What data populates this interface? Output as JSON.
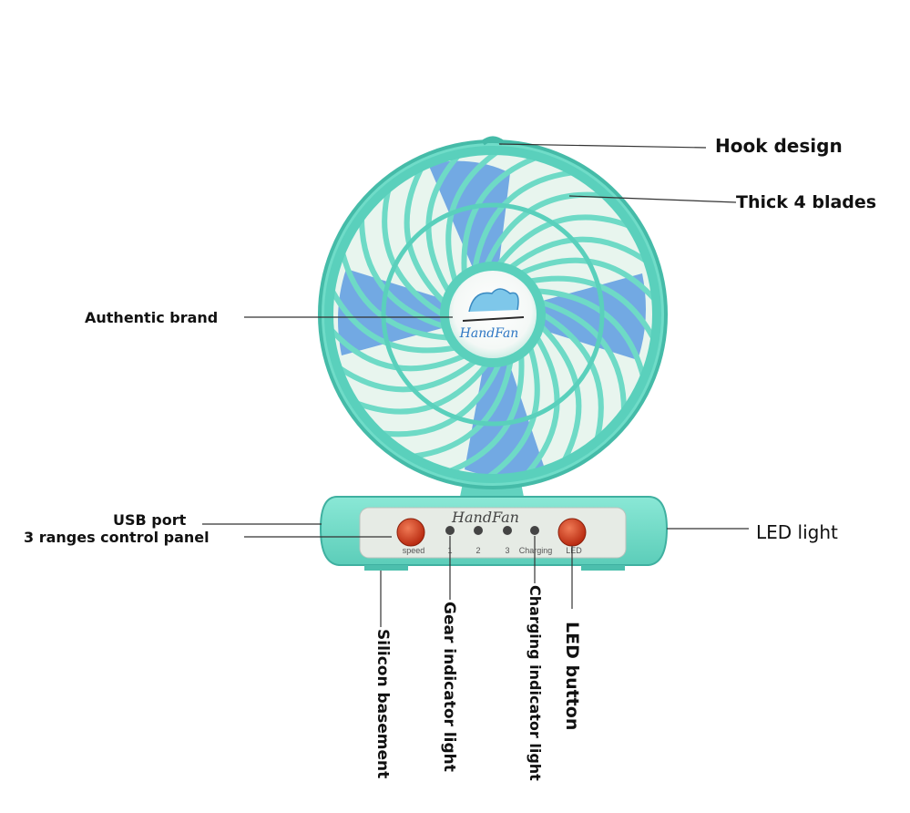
{
  "colors": {
    "fan_body": "#7fe3cf",
    "fan_dark": "#3fb7a6",
    "blade_blue": "#4a8fd6",
    "panel_bg": "#e7ece6",
    "button_red": "#d4381c",
    "indicator_dark": "#444444",
    "label_text": "#111111"
  },
  "product": {
    "brand_badge": "HandFan",
    "panel_brand": "HandFan",
    "panel_labels": {
      "speed": "speed",
      "gear_1": "1",
      "gear_2": "2",
      "gear_3": "3",
      "charging": "Charging",
      "led": "LED"
    }
  },
  "callouts": {
    "hook_design": "Hook design",
    "thick_blades": "Thick 4 blades",
    "authentic_brand": "Authentic brand",
    "usb_port": "USB port",
    "control_panel": "3 ranges control panel",
    "led_light": "LED light",
    "silicon_basement": "Silicon basement",
    "gear_indicator": "Gear indicator light",
    "charging_indicator": "Charging indicator light",
    "led_button": "LED button"
  }
}
